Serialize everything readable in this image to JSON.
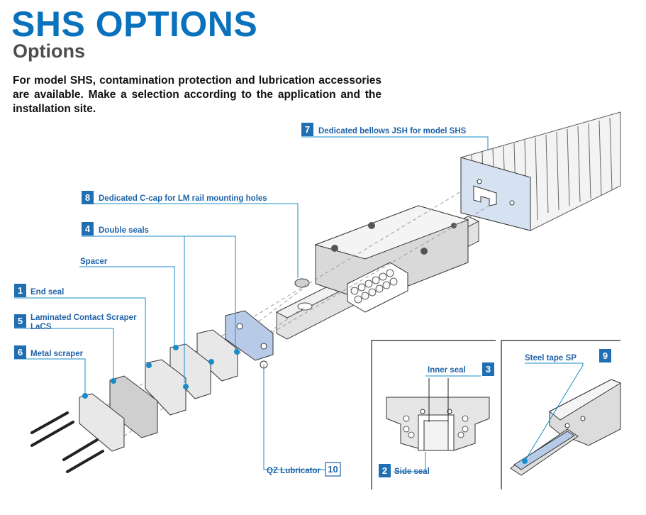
{
  "header": {
    "title": "SHS OPTIONS",
    "subtitle": "Options",
    "intro": "For model SHS, contamination protection and lubrication accessories are available. Make a selection according to the application and the installation site."
  },
  "callouts": [
    {
      "number": "7",
      "label": "Dedicated bellows JSH for model SHS"
    },
    {
      "number": "8",
      "label": "Dedicated C-cap for LM rail mounting holes"
    },
    {
      "number": "4",
      "label": "Double seals"
    },
    {
      "number": "",
      "label": "Spacer"
    },
    {
      "number": "1",
      "label": "End seal"
    },
    {
      "number": "5",
      "label": "Laminated Contact Scraper",
      "label2": "LaCS"
    },
    {
      "number": "6",
      "label": "Metal scraper"
    },
    {
      "number": "10",
      "label": "QZ Lubricator"
    }
  ],
  "detail_seals": {
    "inner": {
      "number": "3",
      "label": "Inner seal"
    },
    "side": {
      "number": "2",
      "label": "Side seal"
    }
  },
  "detail_tape": {
    "number": "9",
    "label": "Steel tape SP"
  },
  "colors": {
    "title_blue": "#0a72bd",
    "label_blue": "#1f62a8",
    "badge_blue": "#1f6fb2",
    "highlight_blue": "#b7cbe8"
  }
}
